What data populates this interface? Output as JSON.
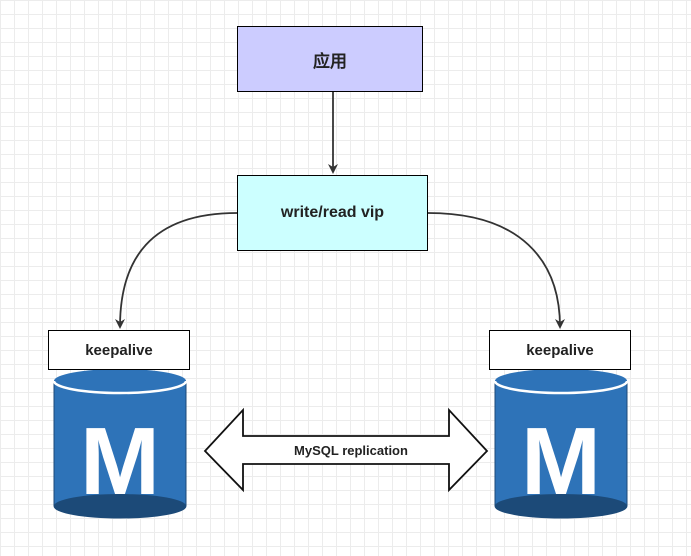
{
  "nodes": {
    "app": "应用",
    "vip": "write/read vip",
    "keepalive_left": "keepalive",
    "keepalive_right": "keepalive"
  },
  "databases": {
    "left_letter": "M",
    "right_letter": "M",
    "color": "#2e73b8",
    "dark_color": "#1c4a78"
  },
  "replication": {
    "label": "MySQL replication"
  },
  "colors": {
    "app_fill": "#ccccff",
    "vip_fill": "#ccffff"
  }
}
